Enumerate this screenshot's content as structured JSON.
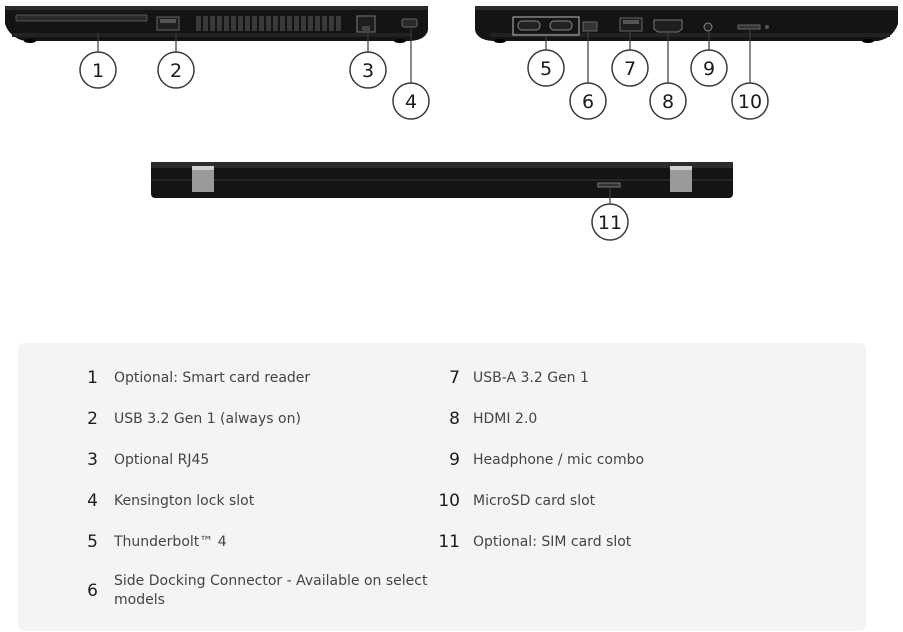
{
  "callouts": [
    "1",
    "2",
    "3",
    "4",
    "5",
    "6",
    "7",
    "8",
    "9",
    "10",
    "11"
  ],
  "legend": {
    "left": [
      {
        "num": "1",
        "label": "Optional: Smart card reader"
      },
      {
        "num": "2",
        "label": "USB 3.2 Gen 1 (always on)"
      },
      {
        "num": "3",
        "label": "Optional RJ45"
      },
      {
        "num": "4",
        "label": "Kensington lock slot"
      },
      {
        "num": "5",
        "label": "Thunderbolt™ 4"
      },
      {
        "num": "6",
        "label": "Side Docking Connector - Available on select models"
      }
    ],
    "right": [
      {
        "num": "7",
        "label": "USB-A 3.2 Gen 1"
      },
      {
        "num": "8",
        "label": "HDMI 2.0"
      },
      {
        "num": "9",
        "label": "Headphone / mic combo"
      },
      {
        "num": "10",
        "label": "MicroSD card slot"
      },
      {
        "num": "11",
        "label": "Optional: SIM card slot"
      }
    ]
  },
  "colors": {
    "laptop_body": "#141414",
    "legend_background": "#f3f4f3",
    "callout_stroke": "#3a3a3a",
    "hinge": "#9a9a9a"
  }
}
